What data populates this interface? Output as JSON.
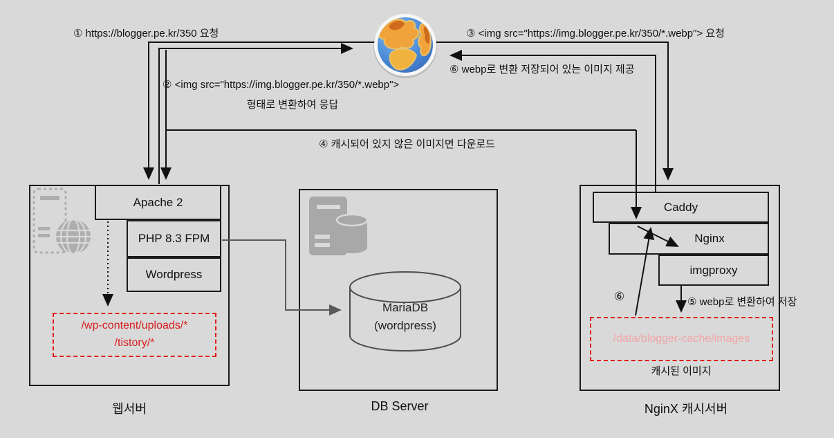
{
  "diagram_title_implicit": "blog image webp cache architecture",
  "colors": {
    "background": "#d9d9d9",
    "box_border": "#1a1a1a",
    "dashed_red": "#e01b1b",
    "red_text": "#d81e1e",
    "pink_text": "#f2a6a6",
    "gray_icon": "#aeaeae",
    "gray_arrow": "#595959"
  },
  "flows": {
    "f1": "① https://blogger.pe.kr/350 요청",
    "f2_line1": "② <img src=\"https://img.blogger.pe.kr/350/*.webp\">",
    "f2_line2": "형태로 변환하여 응답",
    "f3": "③ <img src=\"https://img.blogger.pe.kr/350/*.webp\"> 요청",
    "f4": "④ 캐시되어 있지 않은 이미지면 다운로드",
    "f5": "⑤ webp로 변환하여 저장",
    "f6_provide": "⑥ webp로 변환 저장되어 있는 이미지 제공",
    "f6_internal": "⑥"
  },
  "web_server": {
    "label": "웹서버",
    "apache": "Apache 2",
    "php": "PHP 8.3 FPM",
    "wordpress": "Wordpress",
    "paths": [
      "/wp-content/uploads/*",
      "/tistory/*"
    ]
  },
  "db_server": {
    "label": "DB Server",
    "db_line1": "MariaDB",
    "db_line2": "(wordpress)"
  },
  "cache_server": {
    "label": "NginX 캐시서버",
    "caddy": "Caddy",
    "nginx": "Nginx",
    "imgproxy": "imgproxy",
    "cache_path": "/data/blogger-cache/images",
    "cached_note": "캐시된 이미지"
  }
}
